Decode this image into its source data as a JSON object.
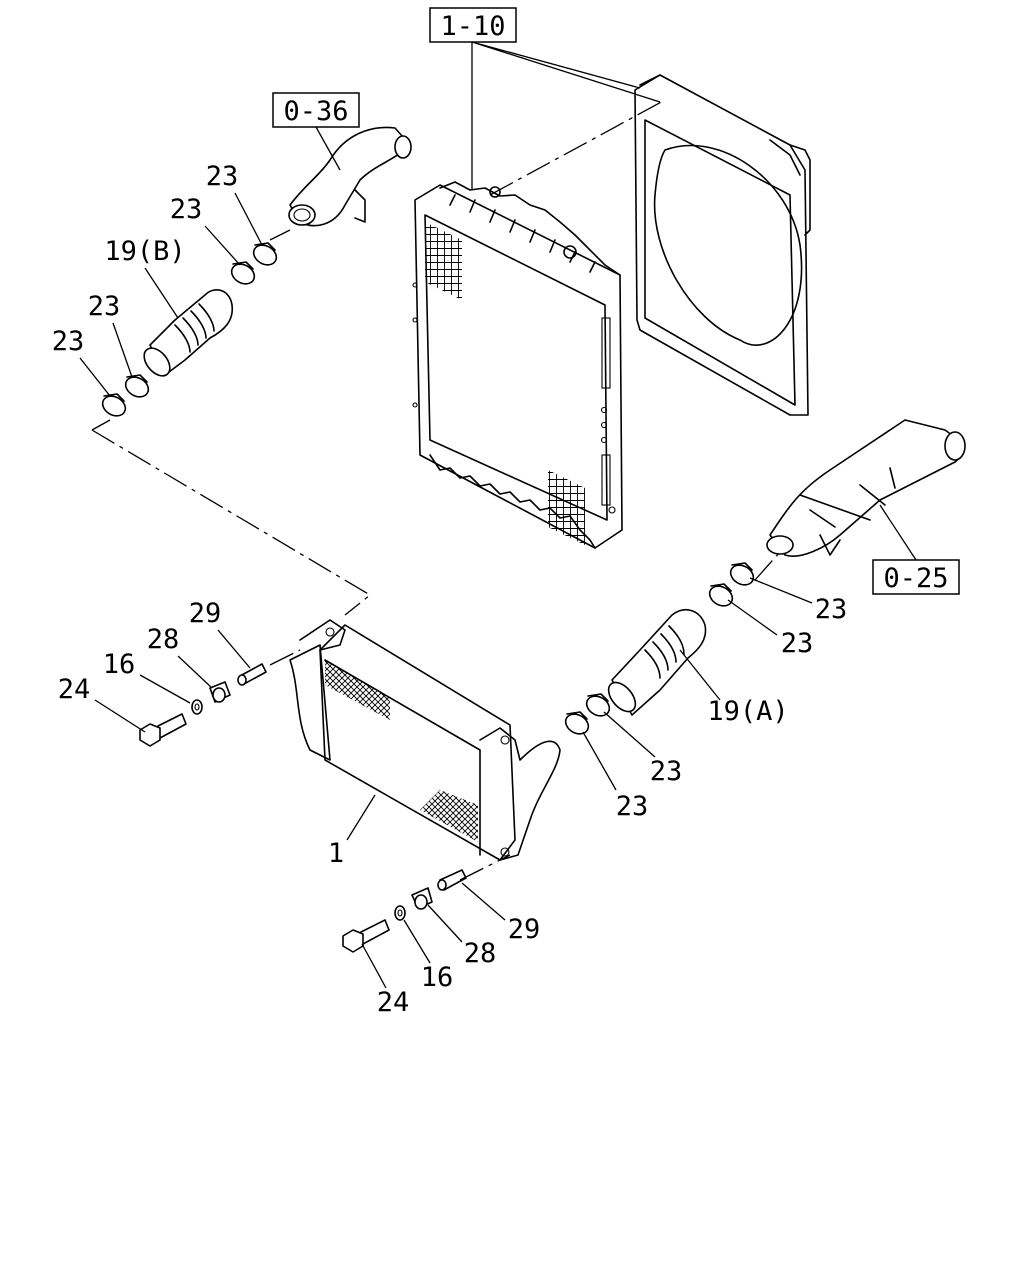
{
  "refs": {
    "ref_1_10": "1-10",
    "ref_0_36": "0-36",
    "ref_0_25": "0-25"
  },
  "labels": {
    "clamp_a1": "23",
    "clamp_a2": "23",
    "clamp_b1": "23",
    "clamp_b2": "23",
    "clamp_c1": "23",
    "clamp_c2": "23",
    "clamp_d1": "23",
    "clamp_d2": "23",
    "hose_b": "19(B)",
    "hose_a": "19(A)",
    "pin_top": "29",
    "pin_bottom": "29",
    "bushing_top": "28",
    "bushing_bottom": "28",
    "washer_top": "16",
    "washer_bottom": "16",
    "bolt_top": "24",
    "bolt_bottom": "24",
    "intercooler": "1"
  }
}
